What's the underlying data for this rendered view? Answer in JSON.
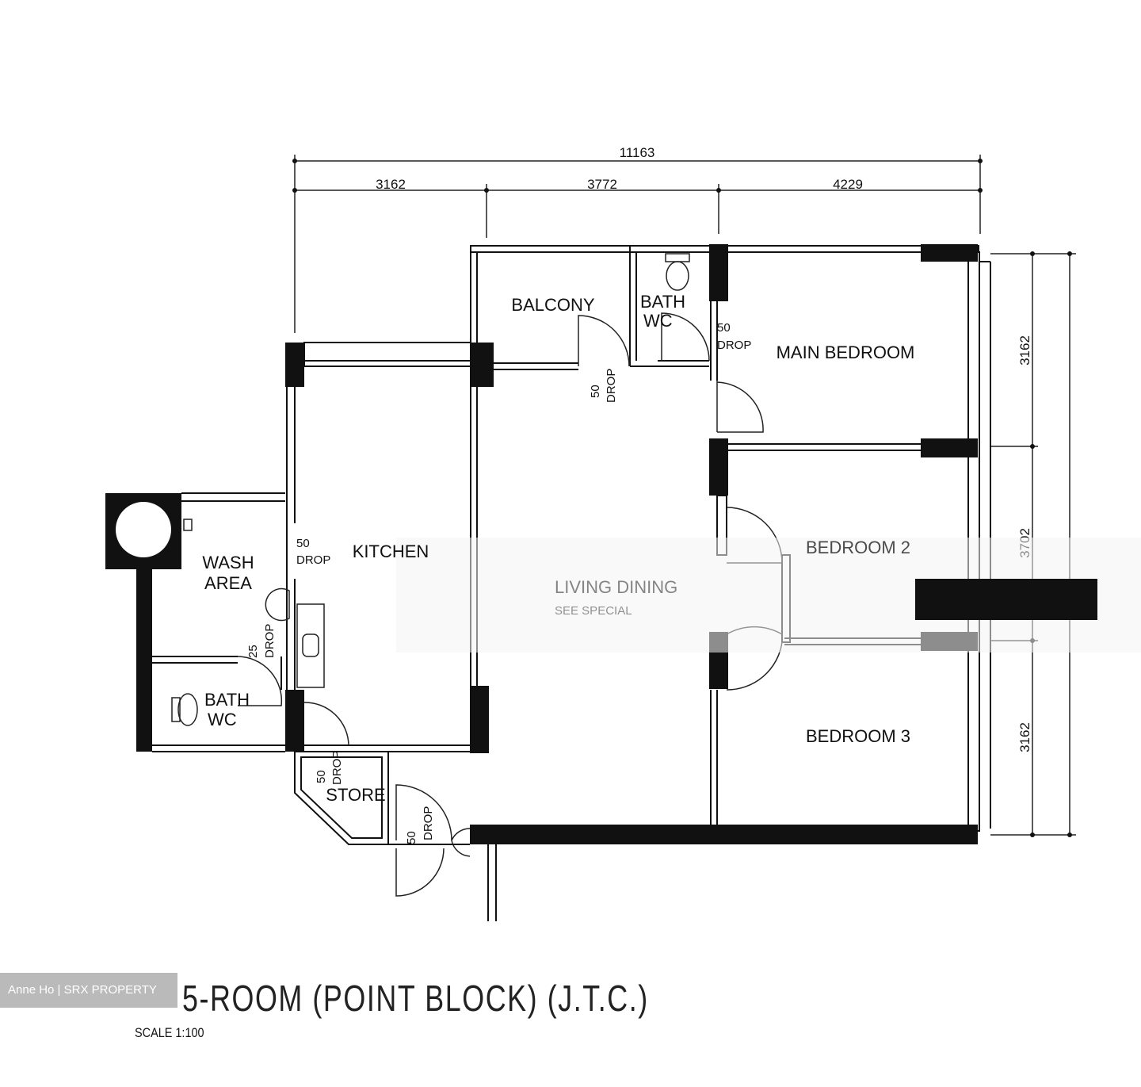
{
  "plan": {
    "title": "5-ROOM (POINT BLOCK) (J.T.C.)",
    "scale": "SCALE   1:100",
    "watermark": "Anne Ho | SRX PROPERTY",
    "overlay_text": [
      "LIVING DINING",
      "SEE SPECIAL"
    ]
  },
  "dimensions": {
    "top_total": "11163",
    "top_segments": [
      "3162",
      "3772",
      "4229"
    ],
    "right_segments": [
      "3162",
      "3702",
      "3162"
    ]
  },
  "rooms": {
    "balcony": "BALCONY",
    "bath_wc_top": [
      "BATH",
      "WC"
    ],
    "main_bedroom": "MAIN  BEDROOM",
    "kitchen": "KITCHEN",
    "bedroom_2": "BEDROOM 2",
    "bedroom_3": "BEDROOM 3",
    "wash_area": [
      "WASH",
      "AREA"
    ],
    "bath_wc_bottom": [
      "BATH",
      "WC"
    ],
    "store": "STORE"
  },
  "drops": {
    "d50": "50",
    "d25": "25",
    "drop": "DROP"
  },
  "colors": {
    "walls": "#111111",
    "background": "#ffffff",
    "watermark_bg": "#b4b4b4"
  }
}
